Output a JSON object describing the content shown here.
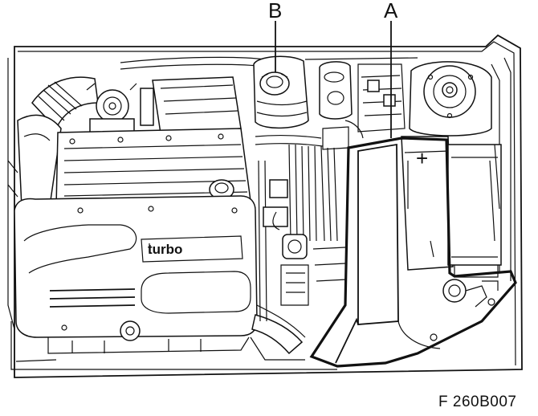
{
  "figure": {
    "callouts": [
      {
        "id": "B",
        "label": "B"
      },
      {
        "id": "A",
        "label": "A"
      }
    ],
    "engine_cover_logo": "turbo",
    "battery_symbol": "+",
    "figure_code": "F 260B007"
  }
}
